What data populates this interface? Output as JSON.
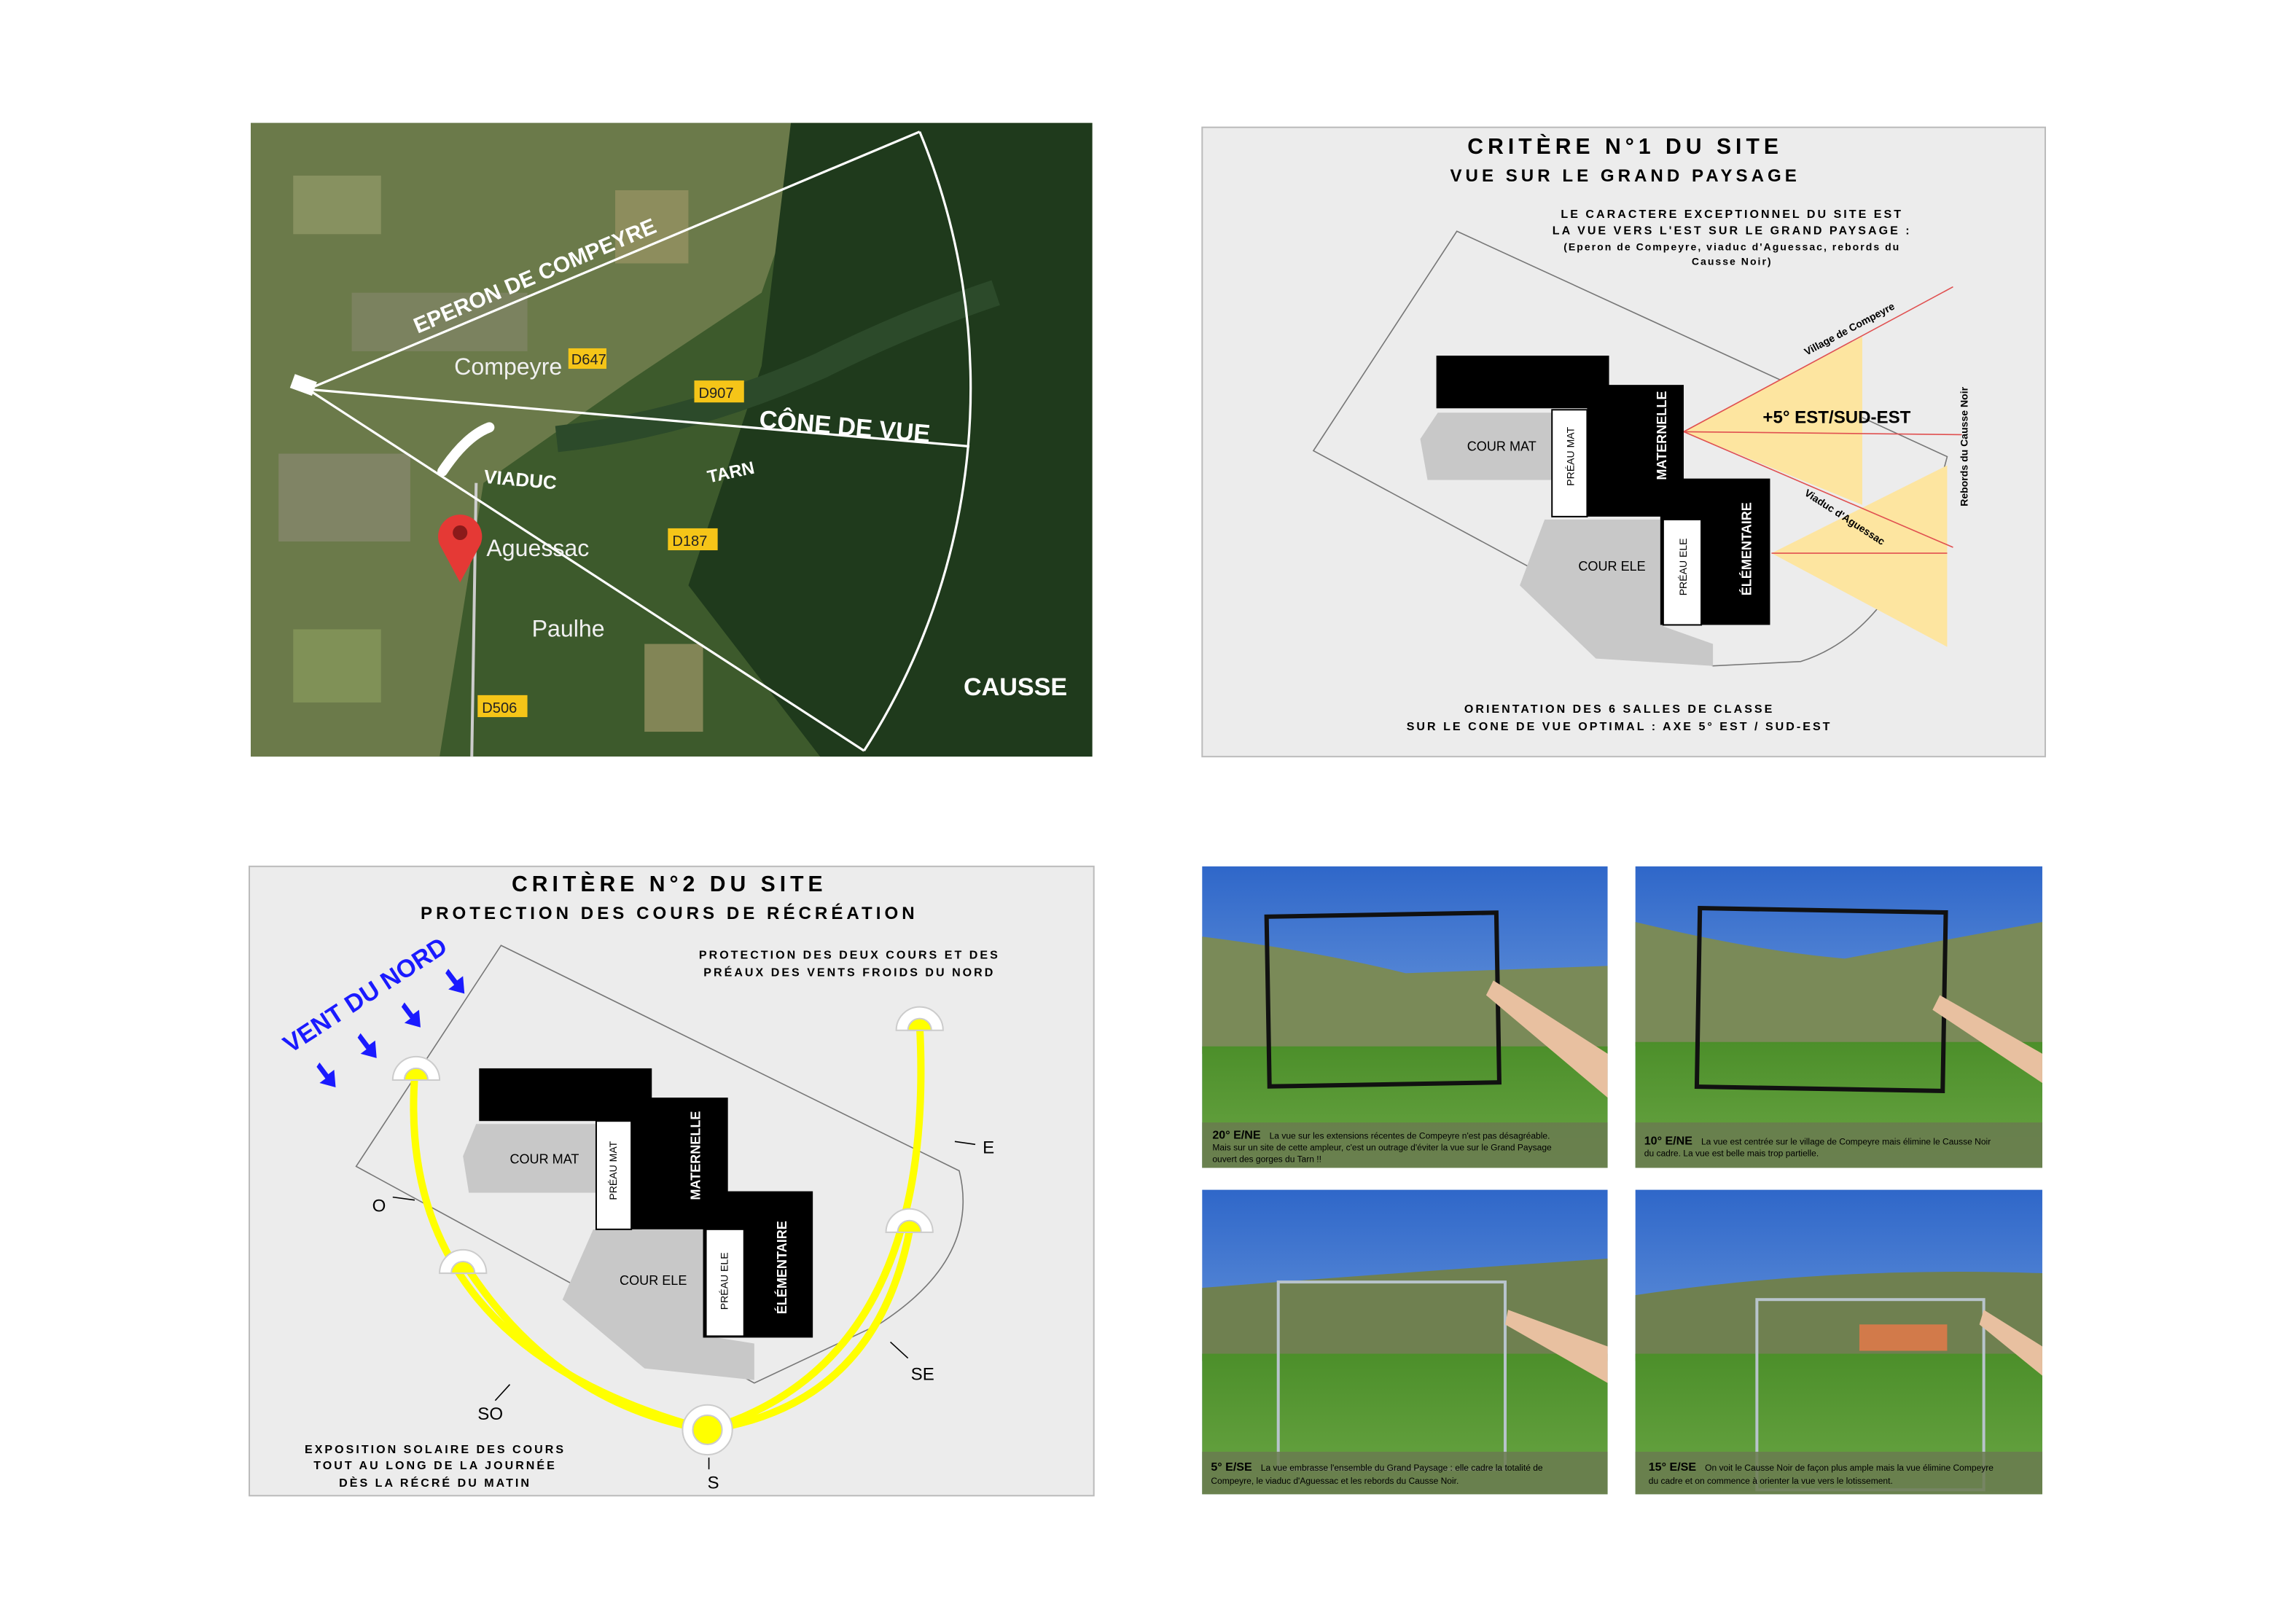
{
  "map": {
    "labels": {
      "eperon": "EPERON DE COMPEYRE",
      "compeyre": "Compeyre",
      "d647": "D647",
      "d907": "D907",
      "cone": "CÔNE DE VUE",
      "viaduc": "VIADUC",
      "tarn": "TARN",
      "aguessac": "Aguessac",
      "d187": "D187",
      "paulhe": "Paulhe",
      "d506": "D506",
      "causse": "CAUSSE"
    },
    "colors": {
      "pin": "#e53935",
      "road_badge": "#f5c518"
    }
  },
  "criterion1": {
    "title": "CRITÈRE N°1 DU SITE",
    "subtitle": "VUE SUR LE GRAND PAYSAGE",
    "intro": [
      "LE CARACTERE EXCEPTIONNEL DU SITE EST",
      "LA VUE VERS L'EST SUR LE GRAND PAYSAGE :",
      "(Eperon de Compeyre, viaduc d'Aguessac, rebords du",
      "Causse Noir)"
    ],
    "labels": {
      "cour_mat": "COUR MAT",
      "preau_mat": "PRÉAU MAT",
      "maternelle": "MATERNELLE",
      "cour_ele": "COUR ELE",
      "preau_ele": "PRÉAU ELE",
      "elementaire": "ÉLÉMENTAIRE",
      "axis": "+5° EST/SUD-EST",
      "village": "Village de Compeyre",
      "viaduc": "Viaduc d'Aguessac",
      "rebords": "Rebords du Causse Noir"
    },
    "footer": [
      "ORIENTATION DES 6 SALLES DE CLASSE",
      "SUR LE CONE DE VUE OPTIMAL : AXE 5° EST / SUD-EST"
    ],
    "colors": {
      "cone": "#fde5a0",
      "line": "#e05050"
    }
  },
  "criterion2": {
    "title": "CRITÈRE N°2 DU SITE",
    "subtitle": "PROTECTION DES COURS DE RÉCRÉATION",
    "intro": [
      "PROTECTION DES DEUX COURS ET DES",
      "PRÉAUX DES VENTS FROIDS DU NORD"
    ],
    "wind": "VENT DU NORD",
    "labels": {
      "cour_mat": "COUR MAT",
      "preau_mat": "PRÉAU MAT",
      "maternelle": "MATERNELLE",
      "cour_ele": "COUR ELE",
      "preau_ele": "PRÉAU ELE",
      "elementaire": "ÉLÉMENTAIRE"
    },
    "compass": {
      "e": "E",
      "o": "O",
      "so": "SO",
      "s": "S",
      "se": "SE"
    },
    "footer": [
      "EXPOSITION SOLAIRE DES COURS",
      "TOUT AU LONG DE LA JOURNÉE",
      "DÈS LA RÉCRÉ DU MATIN"
    ],
    "colors": {
      "sun": "#ffff00",
      "wind": "#1a1aff"
    }
  },
  "photos": [
    {
      "angle": "20° E/NE",
      "text": [
        "La vue sur les extensions récentes de Compeyre n'est pas désagréable.",
        "Mais sur un site de cette ampleur, c'est un outrage d'éviter la vue sur le Grand Paysage",
        "ouvert des gorges du Tarn !!"
      ]
    },
    {
      "angle": "10° E/NE",
      "text": [
        "La vue est centrée sur le village de Compeyre mais élimine le Causse Noir",
        "du cadre. La vue est belle mais trop partielle."
      ]
    },
    {
      "angle": "5° E/SE",
      "text": [
        "La vue embrasse l'ensemble du Grand Paysage : elle cadre la totalité de",
        "Compeyre, le viaduc d'Aguessac et les rebords du Causse Noir."
      ]
    },
    {
      "angle": "15° E/SE",
      "text": [
        "On voit le Causse Noir de façon plus ample mais la vue élimine Compeyre",
        "du cadre et on commence à orienter la vue vers le lotissement."
      ]
    }
  ]
}
